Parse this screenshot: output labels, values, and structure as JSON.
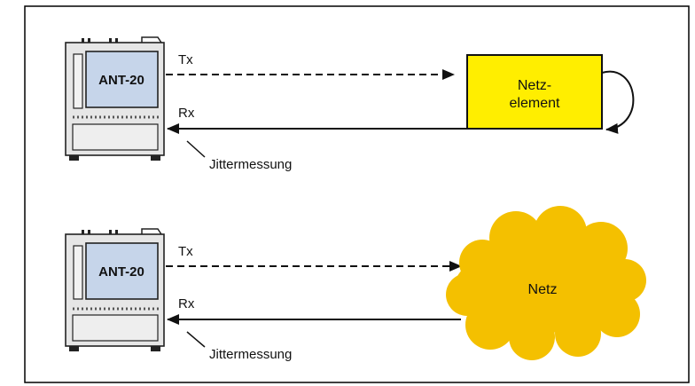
{
  "colors": {
    "frame": "#000000",
    "device_body": "#e6e6e6",
    "device_screen": "#c6d5ea",
    "network_element": "#ffee00",
    "network_cloud": "#f4c000",
    "line": "#111111"
  },
  "top": {
    "device": {
      "label": "ANT-20"
    },
    "tx_label": "Tx",
    "rx_label": "Rx",
    "measurement_label": "Jittermessung",
    "network_element": {
      "line1": "Netz-",
      "line2": "element"
    }
  },
  "bottom": {
    "device": {
      "label": "ANT-20"
    },
    "tx_label": "Tx",
    "rx_label": "Rx",
    "measurement_label": "Jittermessung",
    "network": {
      "label": "Netz"
    }
  }
}
